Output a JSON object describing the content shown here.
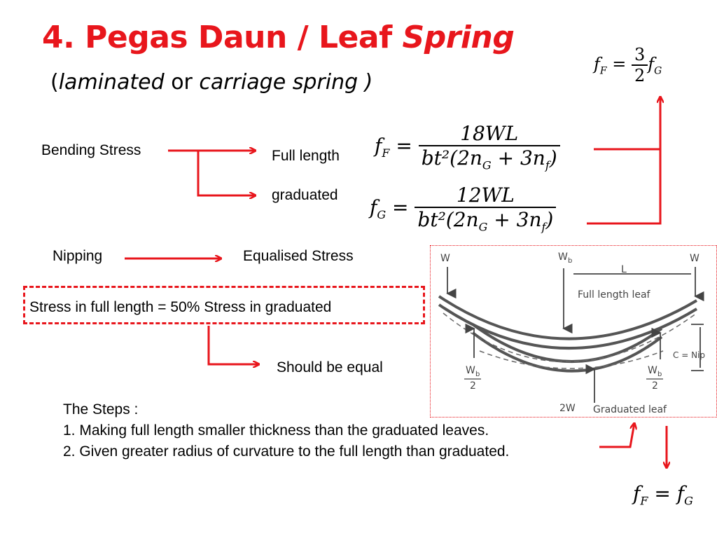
{
  "title": {
    "main": "4. Pegas Daun / Leaf ",
    "italic": "Spring"
  },
  "subtitle": {
    "open": "(",
    "italic1": "laminated",
    "mid": " or ",
    "italic2": "carriage spring )"
  },
  "labels": {
    "bending_stress": "Bending Stress",
    "full_length": "Full length",
    "graduated": "graduated",
    "nipping": "Nipping",
    "equalised_stress": "Equalised Stress",
    "stress_relation": "Stress in full length = 50% Stress in graduated",
    "should_be_equal": "Should be equal"
  },
  "formulas": {
    "fF_lhs": "f",
    "fF_sub": "F",
    "fF_num": "18WL",
    "fG_lhs": "f",
    "fG_sub": "G",
    "fG_num": "12WL",
    "den": "bt²(2n",
    "den_subG": "G",
    "den_plus": " + 3n",
    "den_subf": "f",
    "den_close": ")",
    "ratio_num": "3",
    "ratio_den": "2",
    "eq": " = "
  },
  "figure": {
    "w_left": "W",
    "wb_top": "W",
    "wb_top_sub": "b",
    "L": "L",
    "w_right": "W",
    "full_length_leaf": "Full length leaf",
    "c_nip": "C = Nip",
    "wb2_left_num": "W",
    "wb2_left_sub": "b",
    "wb2_den": "2",
    "wb2_right_num": "W",
    "wb2_right_sub": "b",
    "two_w": "2W",
    "graduated_leaf": "Graduated leaf"
  },
  "steps": {
    "heading": "The Steps :",
    "step1": "1. Making full length smaller thickness than the graduated leaves.",
    "step2": "2. Given greater radius of curvature to the full length than graduated."
  },
  "colors": {
    "accent": "#e8161c"
  }
}
